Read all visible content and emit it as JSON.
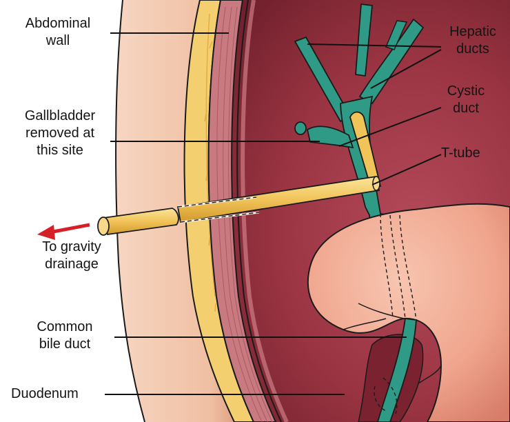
{
  "labels": {
    "abdominal_wall": [
      "Abdominal",
      "wall"
    ],
    "hepatic_ducts": [
      "Hepatic",
      "ducts"
    ],
    "cystic_duct": [
      "Cystic",
      "duct"
    ],
    "gallbladder_site": [
      "Gallbladder",
      "removed at",
      "this site"
    ],
    "t_tube": "T-tube",
    "gravity_drainage": [
      "To gravity",
      "drainage"
    ],
    "common_bile_duct": [
      "Common",
      "bile duct"
    ],
    "duodenum": "Duodenum"
  },
  "colors": {
    "skin": "#f2c0a2",
    "peritoneum": "#b4505e",
    "abdominal_cavity": "#8a2a36",
    "fat_layer": "#f4cf6f",
    "muscle": "#c97a80",
    "bile_duct": "#2f9a86",
    "tube": "#f1c45a",
    "duodenum": "#f1a98f",
    "arrow": "#d62027",
    "leader_line": "#111111"
  }
}
